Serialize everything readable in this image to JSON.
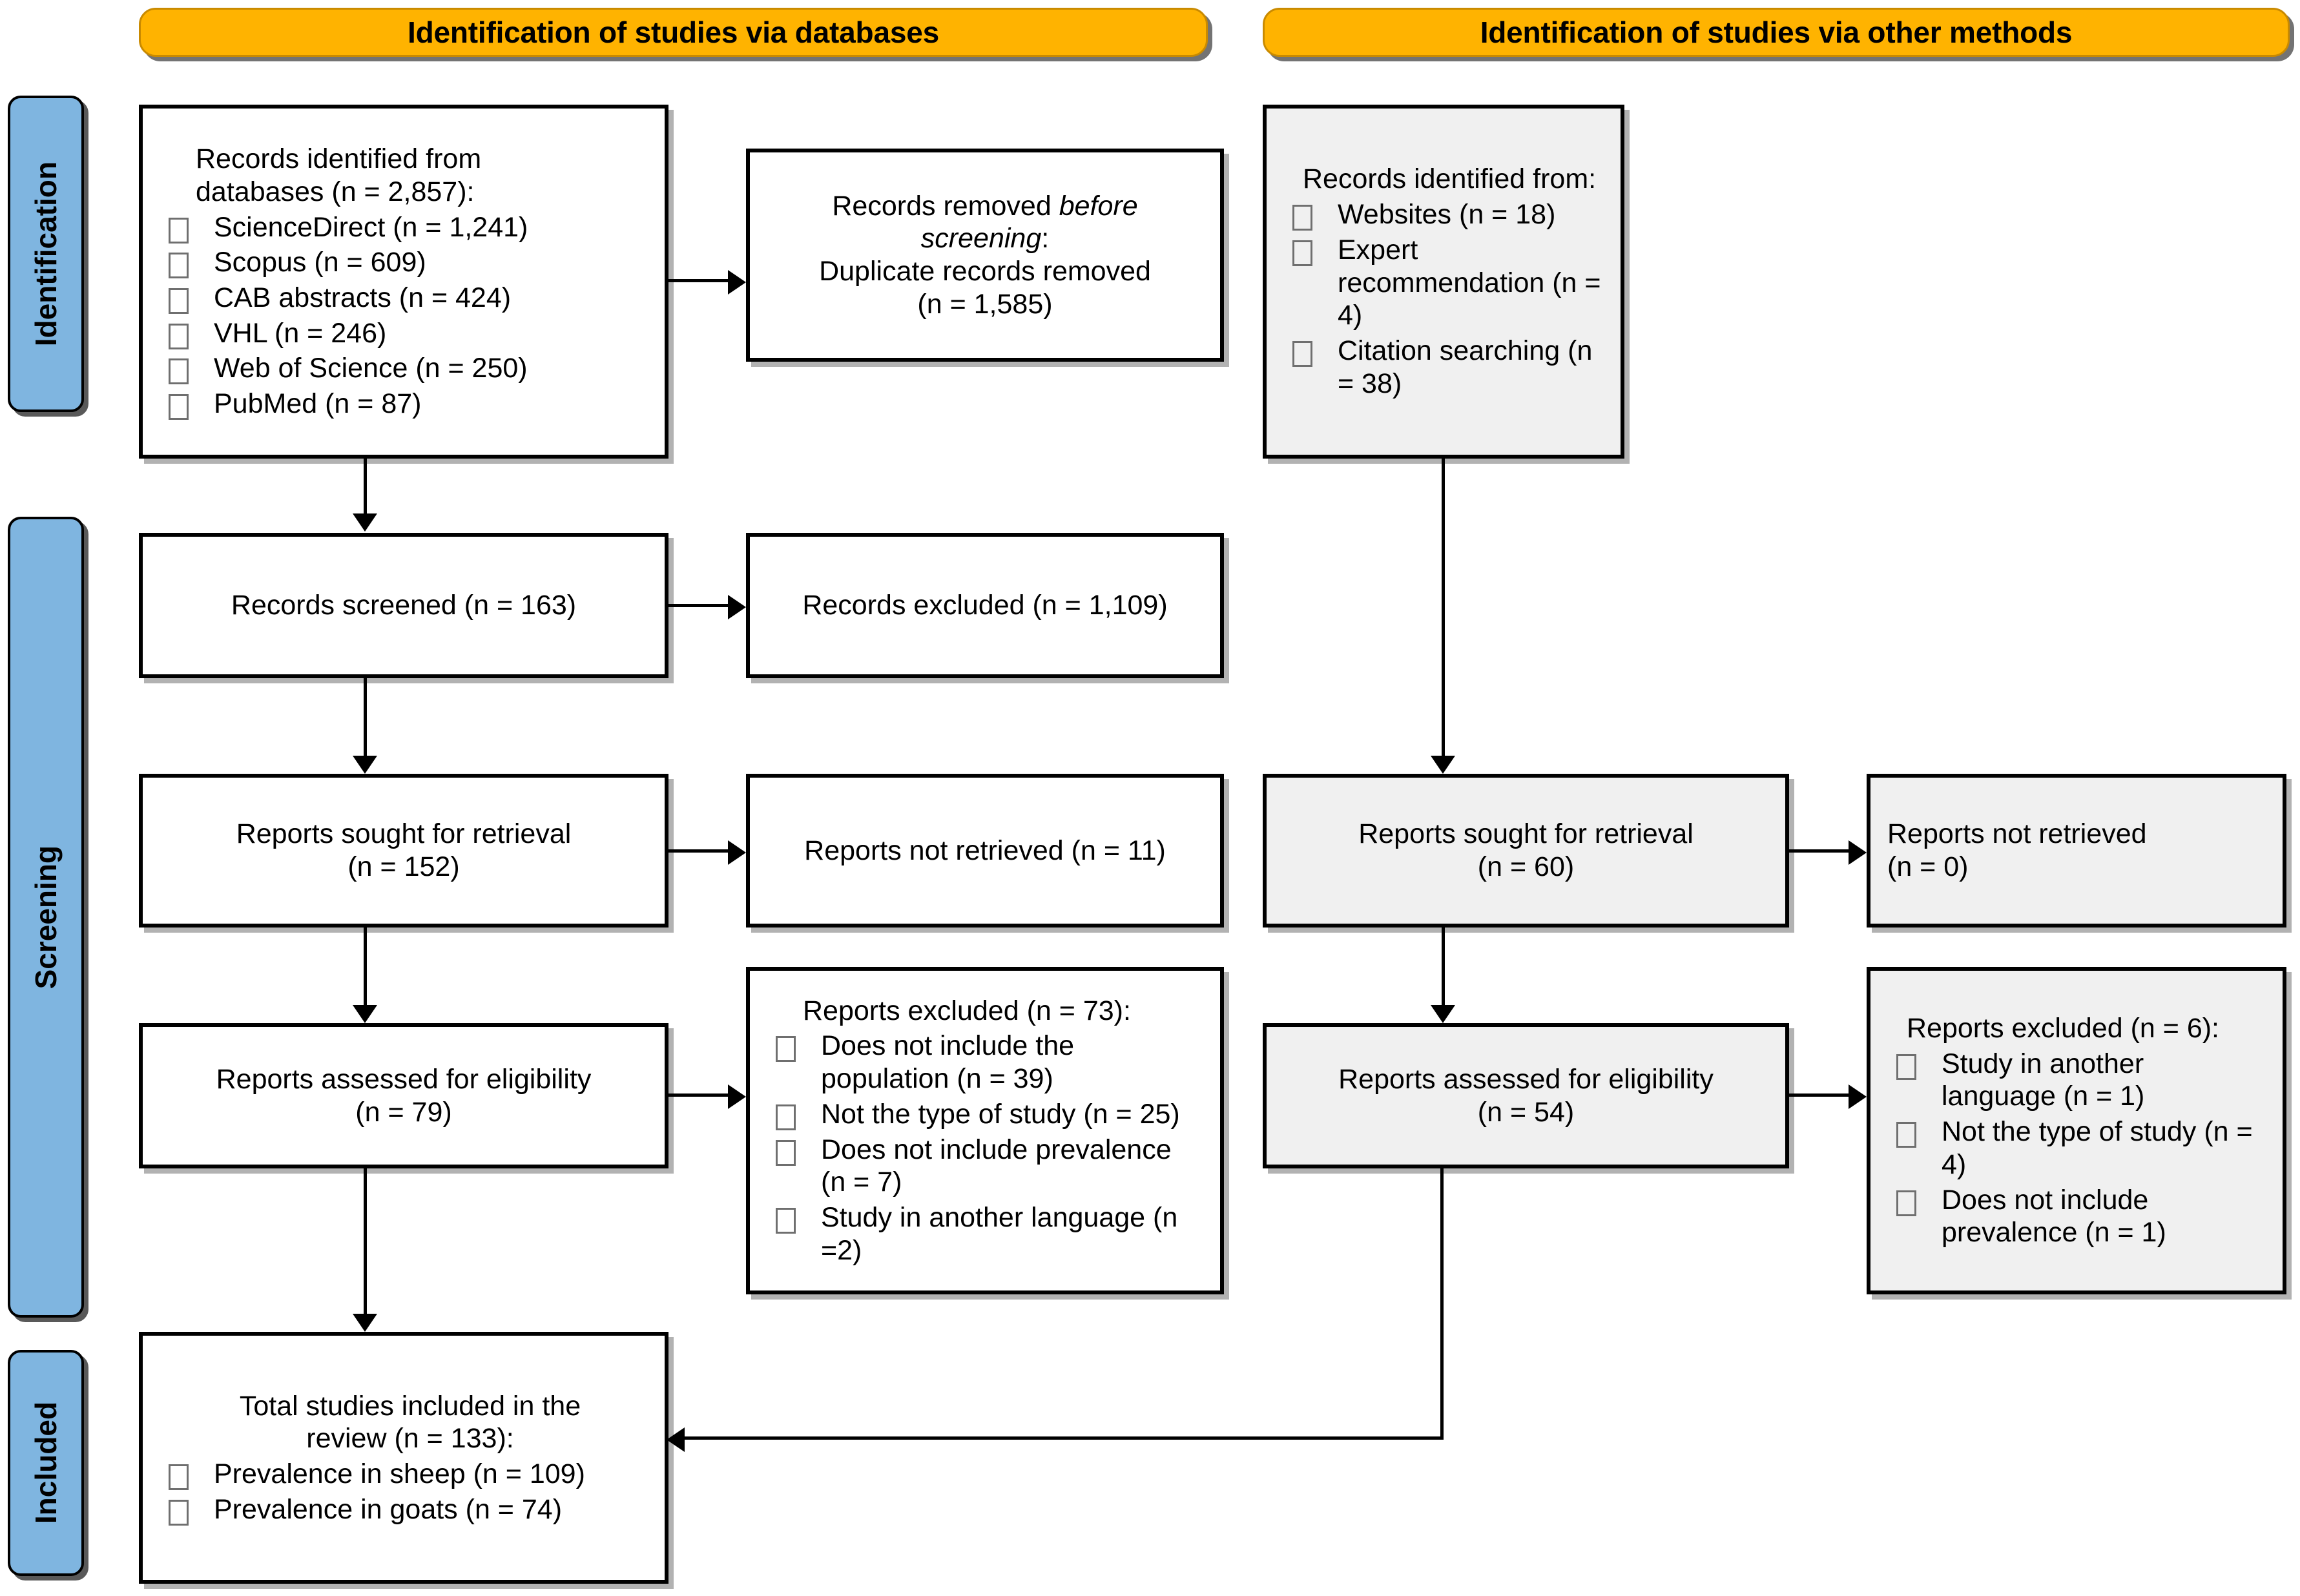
{
  "diagram": {
    "type": "prisma-flow-diagram",
    "colors": {
      "banner_fill": "#FFB300",
      "banner_border": "#C98A00",
      "stage_tab_fill": "#7FB5E0",
      "box_border": "#000000",
      "box_fill_left": "#FFFFFF",
      "box_fill_right": "#F0F0F0"
    }
  },
  "banners": {
    "databases": "Identification of studies via databases",
    "other_methods": "Identification of studies via other methods"
  },
  "stages": [
    {
      "label": "Identification"
    },
    {
      "label": "Screening"
    },
    {
      "label": "Included"
    }
  ],
  "left_column": {
    "identified": {
      "title": "Records identified from databases (n = 2,857):",
      "title_line1": "Records identified from",
      "title_line2": "databases (n = 2,857):",
      "items": [
        "ScienceDirect (n = 1,241)",
        "Scopus (n = 609)",
        "CAB abstracts (n = 424)",
        "VHL (n = 246)",
        "Web of Science (n = 250)",
        "PubMed (n = 87)"
      ]
    },
    "removed_before_screening": {
      "line1": "Records removed ",
      "line1_italic": "before",
      "line2_italic": "screening",
      "line2_after": ":",
      "line3": "Duplicate records removed",
      "line4": "(n = 1,585)"
    },
    "screened": "Records screened (n = 163)",
    "excluded": "Records excluded (n = 1,109)",
    "sought": {
      "line1": "Reports sought for retrieval",
      "line2": "(n = 152)"
    },
    "not_retrieved": "Reports not retrieved (n = 11)",
    "assessed": {
      "line1": "Reports assessed for eligibility",
      "line2": "(n = 79)"
    },
    "reports_excluded": {
      "title": "Reports excluded (n = 73):",
      "items": [
        "Does not include the population (n = 39)",
        "Not the type of study (n = 25)",
        "Does not include prevalence (n = 7)",
        "Study in another language (n =2)"
      ]
    },
    "included": {
      "title_line1": "Total studies included in the",
      "title_line2": "review (n = 133):",
      "items": [
        "Prevalence in sheep (n = 109)",
        "Prevalence in goats (n = 74)"
      ]
    }
  },
  "right_column": {
    "identified": {
      "title": "Records identified from:",
      "items": [
        "Websites (n = 18)",
        "Expert recommendation (n = 4)",
        "Citation searching (n = 38)"
      ]
    },
    "sought": {
      "line1": "Reports sought for retrieval",
      "line2": "(n = 60)"
    },
    "not_retrieved": {
      "line1": "Reports not retrieved",
      "line2": "(n = 0)"
    },
    "assessed": {
      "line1": "Reports assessed for eligibility",
      "line2": "(n = 54)"
    },
    "reports_excluded": {
      "title": "Reports excluded (n = 6):",
      "items": [
        "Study in another language (n = 1)",
        "Not the type of study (n = 4)",
        "Does not include prevalence (n = 1)"
      ]
    }
  }
}
